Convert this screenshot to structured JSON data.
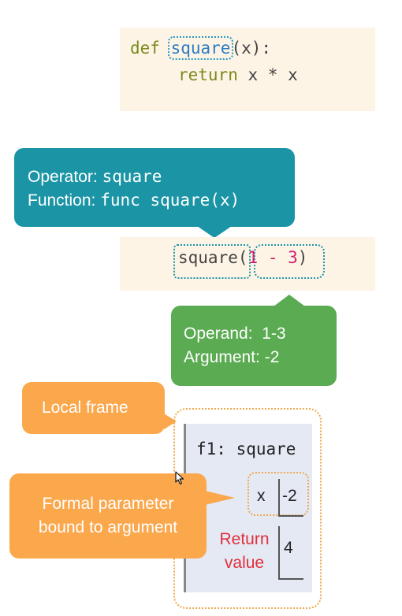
{
  "definition": {
    "keyword": "def",
    "function_name": "square",
    "params": "(x):",
    "body_keyword": "return",
    "body_expr": "x * x"
  },
  "operator_bubble": {
    "line1_label": "Operator:",
    "line1_value": "square",
    "line2_label": "Function:",
    "line2_value": "func square(x)"
  },
  "call_expression": {
    "operator": "square",
    "open_paren": "(",
    "arg_left": "1",
    "arg_op": "-",
    "arg_right": "3",
    "close_paren": ")"
  },
  "operand_bubble": {
    "line1": "Operand:  1-3",
    "line2": "Argument: -2"
  },
  "local_frame_label": "Local frame",
  "frame": {
    "title": "f1: square",
    "variable_name": "x",
    "variable_value": "-2",
    "return_label_1": "Return",
    "return_label_2": "value",
    "return_value": "4"
  },
  "formal_param_bubble": {
    "line1": "Formal parameter",
    "line2": "bound to argument"
  },
  "colors": {
    "operator_bubble": "#1b95a5",
    "operand_bubble": "#5aab52",
    "frame_bubble": "#fba74c",
    "code_background": "#fdf4e6",
    "frame_background": "#e4e9f4",
    "return_label": "#e0303c"
  }
}
